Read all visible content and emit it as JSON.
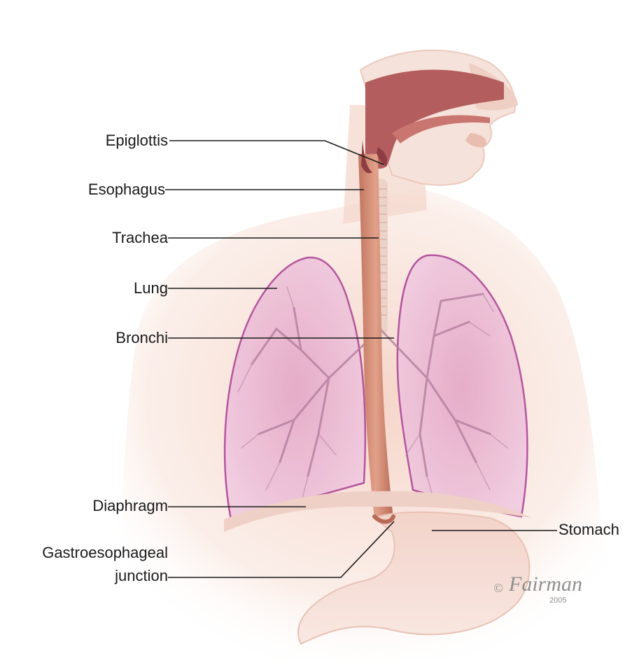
{
  "labels": {
    "epiglottis": "Epiglottis",
    "esophagus": "Esophagus",
    "trachea": "Trachea",
    "lung": "Lung",
    "bronchi": "Bronchi",
    "diaphragm": "Diaphragm",
    "gej_line1": "Gastroesophageal",
    "gej_line2": "junction",
    "stomach": "Stomach"
  },
  "signature": {
    "copyright": "©",
    "name": "Fairman",
    "year": "2005"
  },
  "colors": {
    "skin": "#f6ddd2",
    "esophagus": "#d48a72",
    "lung_fill": "#e9b7d3",
    "lung_outline": "#b04a9a",
    "nasal_cavity": "#a8555a",
    "leader_line": "#1a1a1a"
  }
}
